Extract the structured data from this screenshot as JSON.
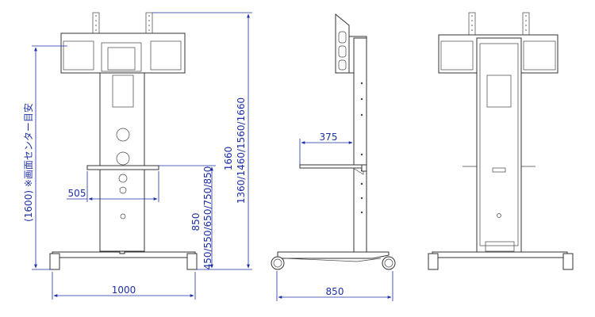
{
  "labels": {
    "front_width": "1000",
    "shelf_depth_side": "850",
    "shelf_offset": "375",
    "shelf_width": "505",
    "screen_center": "(1600) ※画面センター目安",
    "shelf_height_850": "850",
    "shelf_height_range": "450/550/650/750/850",
    "total_height_1660": "1660",
    "total_height_range": "1360/1460/1560/1660"
  },
  "colors": {
    "dimension": "#1c2fa8",
    "outline": "#333333"
  }
}
